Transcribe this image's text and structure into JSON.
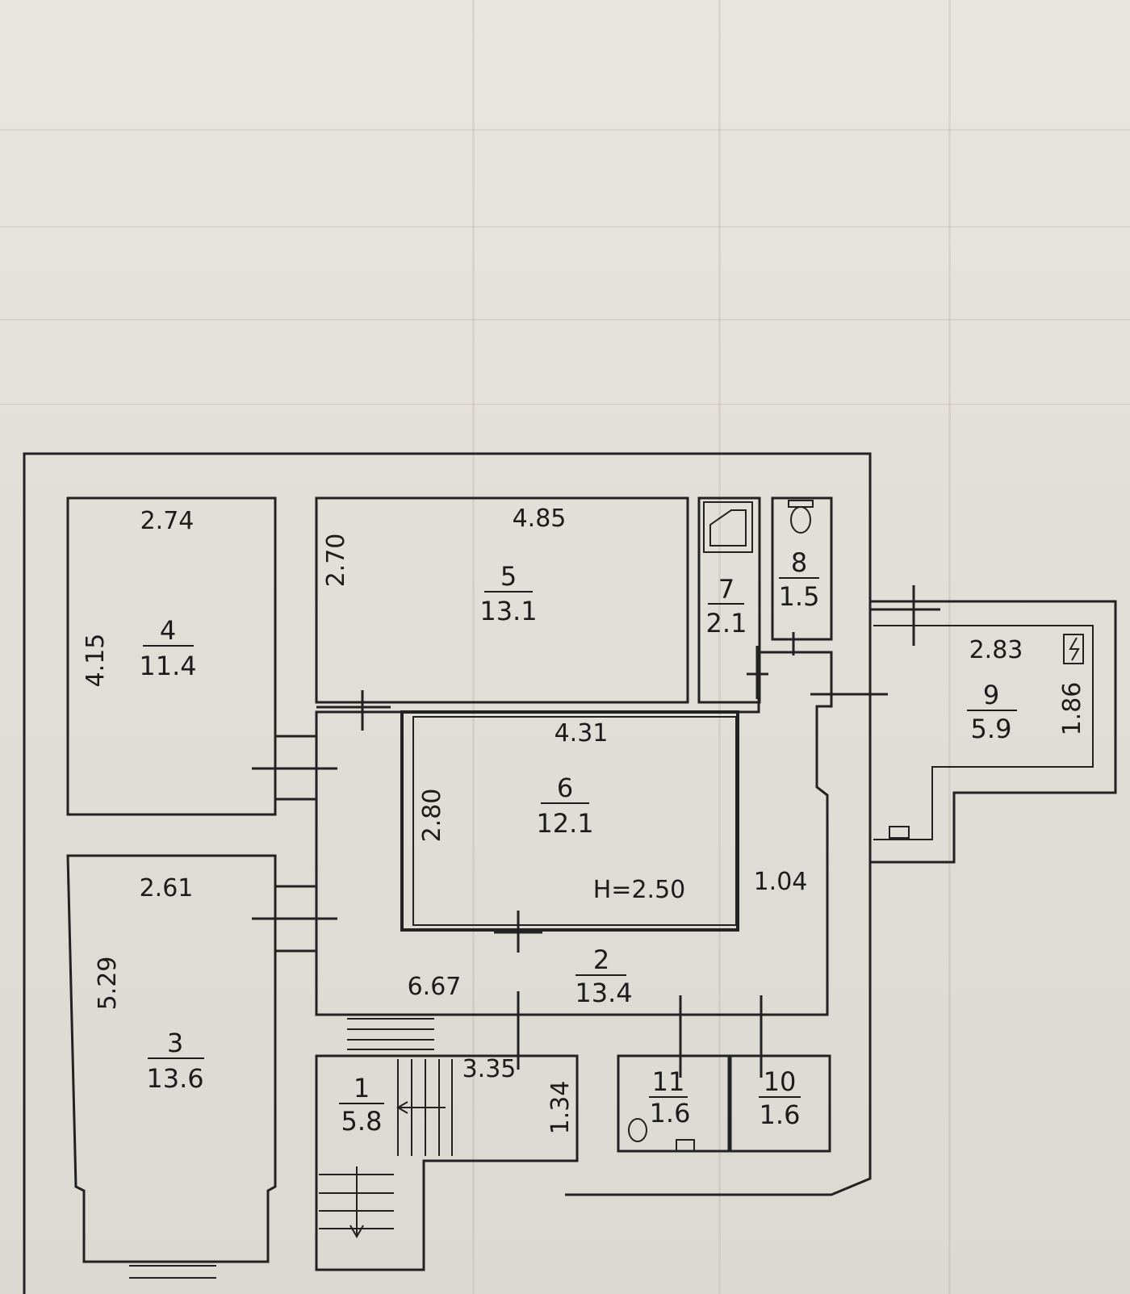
{
  "rooms": [
    {
      "id": "1",
      "area": "5.8"
    },
    {
      "id": "2",
      "area": "13.4"
    },
    {
      "id": "3",
      "area": "13.6"
    },
    {
      "id": "4",
      "area": "11.4"
    },
    {
      "id": "5",
      "area": "13.1"
    },
    {
      "id": "6",
      "area": "12.1"
    },
    {
      "id": "7",
      "area": "2.1"
    },
    {
      "id": "8",
      "area": "1.5"
    },
    {
      "id": "9",
      "area": "5.9"
    },
    {
      "id": "10",
      "area": "1.6"
    },
    {
      "id": "11",
      "area": "1.6"
    }
  ],
  "dimensions": {
    "room4_width": "2.74",
    "room4_length": "4.15",
    "room5_width": "4.85",
    "room5_length": "2.70",
    "room6_width": "4.31",
    "room6_length": "2.80",
    "room3_width": "2.61",
    "room3_length": "5.29",
    "room9_width": "2.83",
    "room9_length": "1.86",
    "corridor_length": "6.67",
    "corridor_width": "1.04",
    "stair_width": "3.35",
    "stair_length": "1.34"
  },
  "ceiling_height": "H=2.50"
}
